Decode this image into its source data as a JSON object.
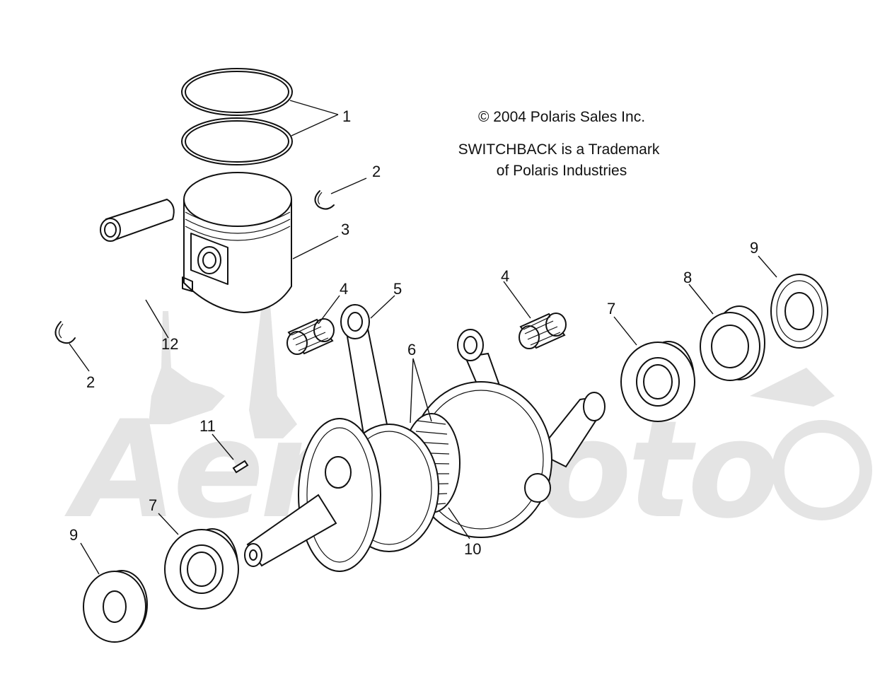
{
  "notes": {
    "copyright": "© 2004 Polaris Sales Inc.",
    "trademark_line1": "SWITCHBACK is a Trademark",
    "trademark_line2": "of Polaris Industries"
  },
  "watermark": {
    "text": "AeroMoto"
  },
  "callouts": {
    "c1": "1",
    "c2a": "2",
    "c2b": "2",
    "c3": "3",
    "c4a": "4",
    "c4b": "4",
    "c5": "5",
    "c6": "6",
    "c7a": "7",
    "c7b": "7",
    "c8": "8",
    "c9a": "9",
    "c9b": "9",
    "c10": "10",
    "c11": "11",
    "c12": "12"
  }
}
